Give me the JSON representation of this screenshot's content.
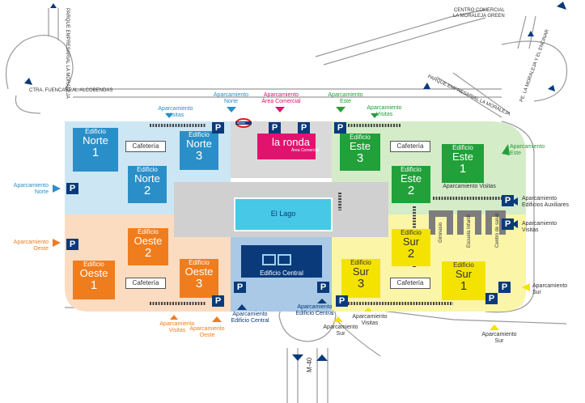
{
  "colors": {
    "north": "#2a8fc8",
    "north_bg": "#cde6f4",
    "west": "#ef7d1e",
    "west_bg": "#fbdcc0",
    "east": "#22a03a",
    "east_bg": "#d4ecc8",
    "south": "#f4e300",
    "south_bg": "#fbf5a8",
    "ronda": "#e2136e",
    "central": "#0a3a7a",
    "lago": "#46c8e6",
    "road": "#ffffff",
    "parking": "#0a3a7a"
  },
  "top_right_label": [
    "CENTRO COMERCIAL",
    "LA MORALEJA GREEN"
  ],
  "roads": {
    "ctra": "CTRA. FUENCARRAL-ALCOBENDAS",
    "parque_empresarial_left": "PARQUE EMPRESARIAL LA MORALEJA",
    "parque_empresarial_mid": "PARQUE EMPRESARIAL LA MORALEJA",
    "parque_empresarial_right": "PE. LA MORALEJA Y EL ENCINAR",
    "m40": "M-40"
  },
  "buildings": {
    "norte1": [
      "Edificio",
      "Norte",
      "1"
    ],
    "norte2": [
      "Edificio",
      "Norte",
      "2"
    ],
    "norte3": [
      "Edificio",
      "Norte",
      "3"
    ],
    "oeste1": [
      "Edificio",
      "Oeste",
      "1"
    ],
    "oeste2": [
      "Edificio",
      "Oeste",
      "2"
    ],
    "oeste3": [
      "Edificio",
      "Oeste",
      "3"
    ],
    "este1": [
      "Edificio",
      "Este",
      "1"
    ],
    "este2": [
      "Edificio",
      "Este",
      "2"
    ],
    "este3": [
      "Edificio",
      "Este",
      "3"
    ],
    "sur1": [
      "Edificio",
      "Sur",
      "1"
    ],
    "sur2": [
      "Edificio",
      "Sur",
      "2"
    ],
    "sur3": [
      "Edificio",
      "Sur",
      "3"
    ]
  },
  "cafeterias": {
    "norte": "Cafetería",
    "este": "Cafetería",
    "oeste": "Cafetería",
    "sur": "Cafetería"
  },
  "la_ronda": {
    "title": "la ronda",
    "subtitle": "Área Comercial"
  },
  "el_lago": "El Lago",
  "edificio_central": "Edificio Central",
  "metro": "Metro",
  "aux": {
    "gimnasio": "Gimnasio",
    "escuela": "Escuela Infantil",
    "centro_salud": "Centro de salud"
  },
  "parking_glyph": "P",
  "parking_labels": {
    "norte": "Aparcamiento Norte",
    "visitas_norte": "Aparcamiento Visitas",
    "area_comercial": "Aparcamiento Área Comercial",
    "este_top": "Aparcamiento Este",
    "visitas_este": "Aparcamiento Visitas",
    "este_right": "Aparcamiento Este",
    "norte_left": "Aparcamiento Norte",
    "oeste_left": "Aparcamiento Oeste",
    "visitas_est1": "Aparcamiento Visitas",
    "aux": "Aparcamiento Edificios Auxiliares",
    "visitas_aux": "Aparcamiento Visitas",
    "sur_right": "Aparcamiento Sur",
    "visitas_oeste": "Aparcamiento Visitas",
    "oeste_bottom": "Aparcamiento Oeste",
    "central": "Aparcamiento Edificio Central",
    "central2": "Aparcamiento Edificio Central",
    "sur_bottom": "Aparcamiento Sur",
    "visitas_sur": "Aparcamiento Visitas",
    "sur_bottom_right": "Aparcamiento Sur"
  }
}
